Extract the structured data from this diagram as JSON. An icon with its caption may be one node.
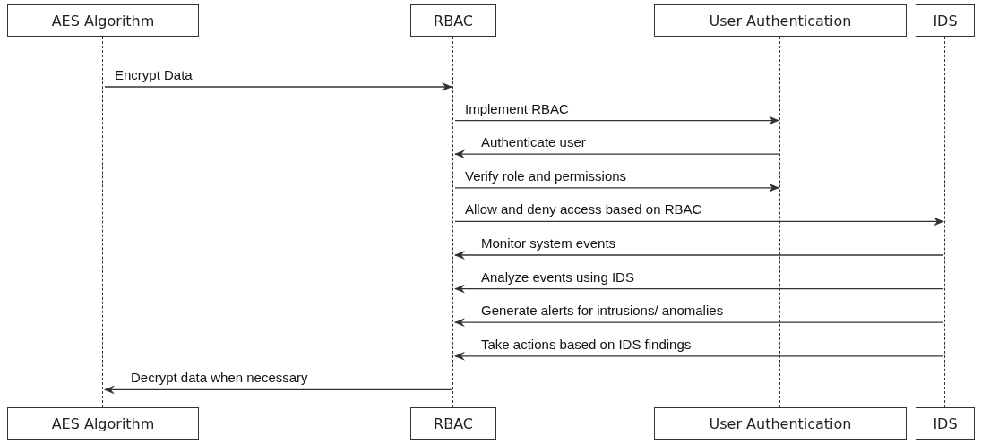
{
  "diagram": {
    "nodes": [
      {
        "text": [
          "AES Algorithm"
        ]
      },
      {
        "text": [
          "RBAC"
        ]
      },
      {
        "text": [
          "User Authentication"
        ]
      },
      {
        "text": [
          "IDS"
        ]
      },
      {
        "text": [
          "AES Algorithm"
        ]
      },
      {
        "text": [
          "RBAC"
        ]
      },
      {
        "text": [
          "User Authentication"
        ]
      },
      {
        "text": [
          "IDS"
        ]
      },
      {
        "text": [],
        "shape": "line"
      },
      {
        "text": [],
        "shape": "line"
      },
      {
        "text": [],
        "shape": "line"
      },
      {
        "text": [],
        "shape": "line"
      }
    ],
    "edges": [
      {
        "from": 8,
        "to": 9,
        "arrow": "to",
        "label": "Encrypt Data"
      },
      {
        "from": 9,
        "to": 10,
        "arrow": "to",
        "label": "Implement RBAC"
      },
      {
        "from": 10,
        "to": 9,
        "arrow": "to",
        "label": "Authenticate user"
      },
      {
        "from": 9,
        "to": 10,
        "arrow": "to",
        "label": "Verify role and permissions"
      },
      {
        "from": 9,
        "to": 11,
        "arrow": "to",
        "label": "Allow and deny access based on RBAC"
      },
      {
        "from": 11,
        "to": 9,
        "arrow": "to",
        "label": "Monitor system events"
      },
      {
        "from": 11,
        "to": 9,
        "arrow": "to",
        "label": "Analyze events using IDS"
      },
      {
        "from": 11,
        "to": 9,
        "arrow": "to",
        "label": "Generate alerts for intrusions/ anomalies"
      },
      {
        "from": 11,
        "to": 9,
        "arrow": "to",
        "label": "Take actions based on IDS findings"
      },
      {
        "from": 9,
        "to": 8,
        "arrow": "to",
        "label": "Decrypt data when necessary"
      }
    ]
  }
}
